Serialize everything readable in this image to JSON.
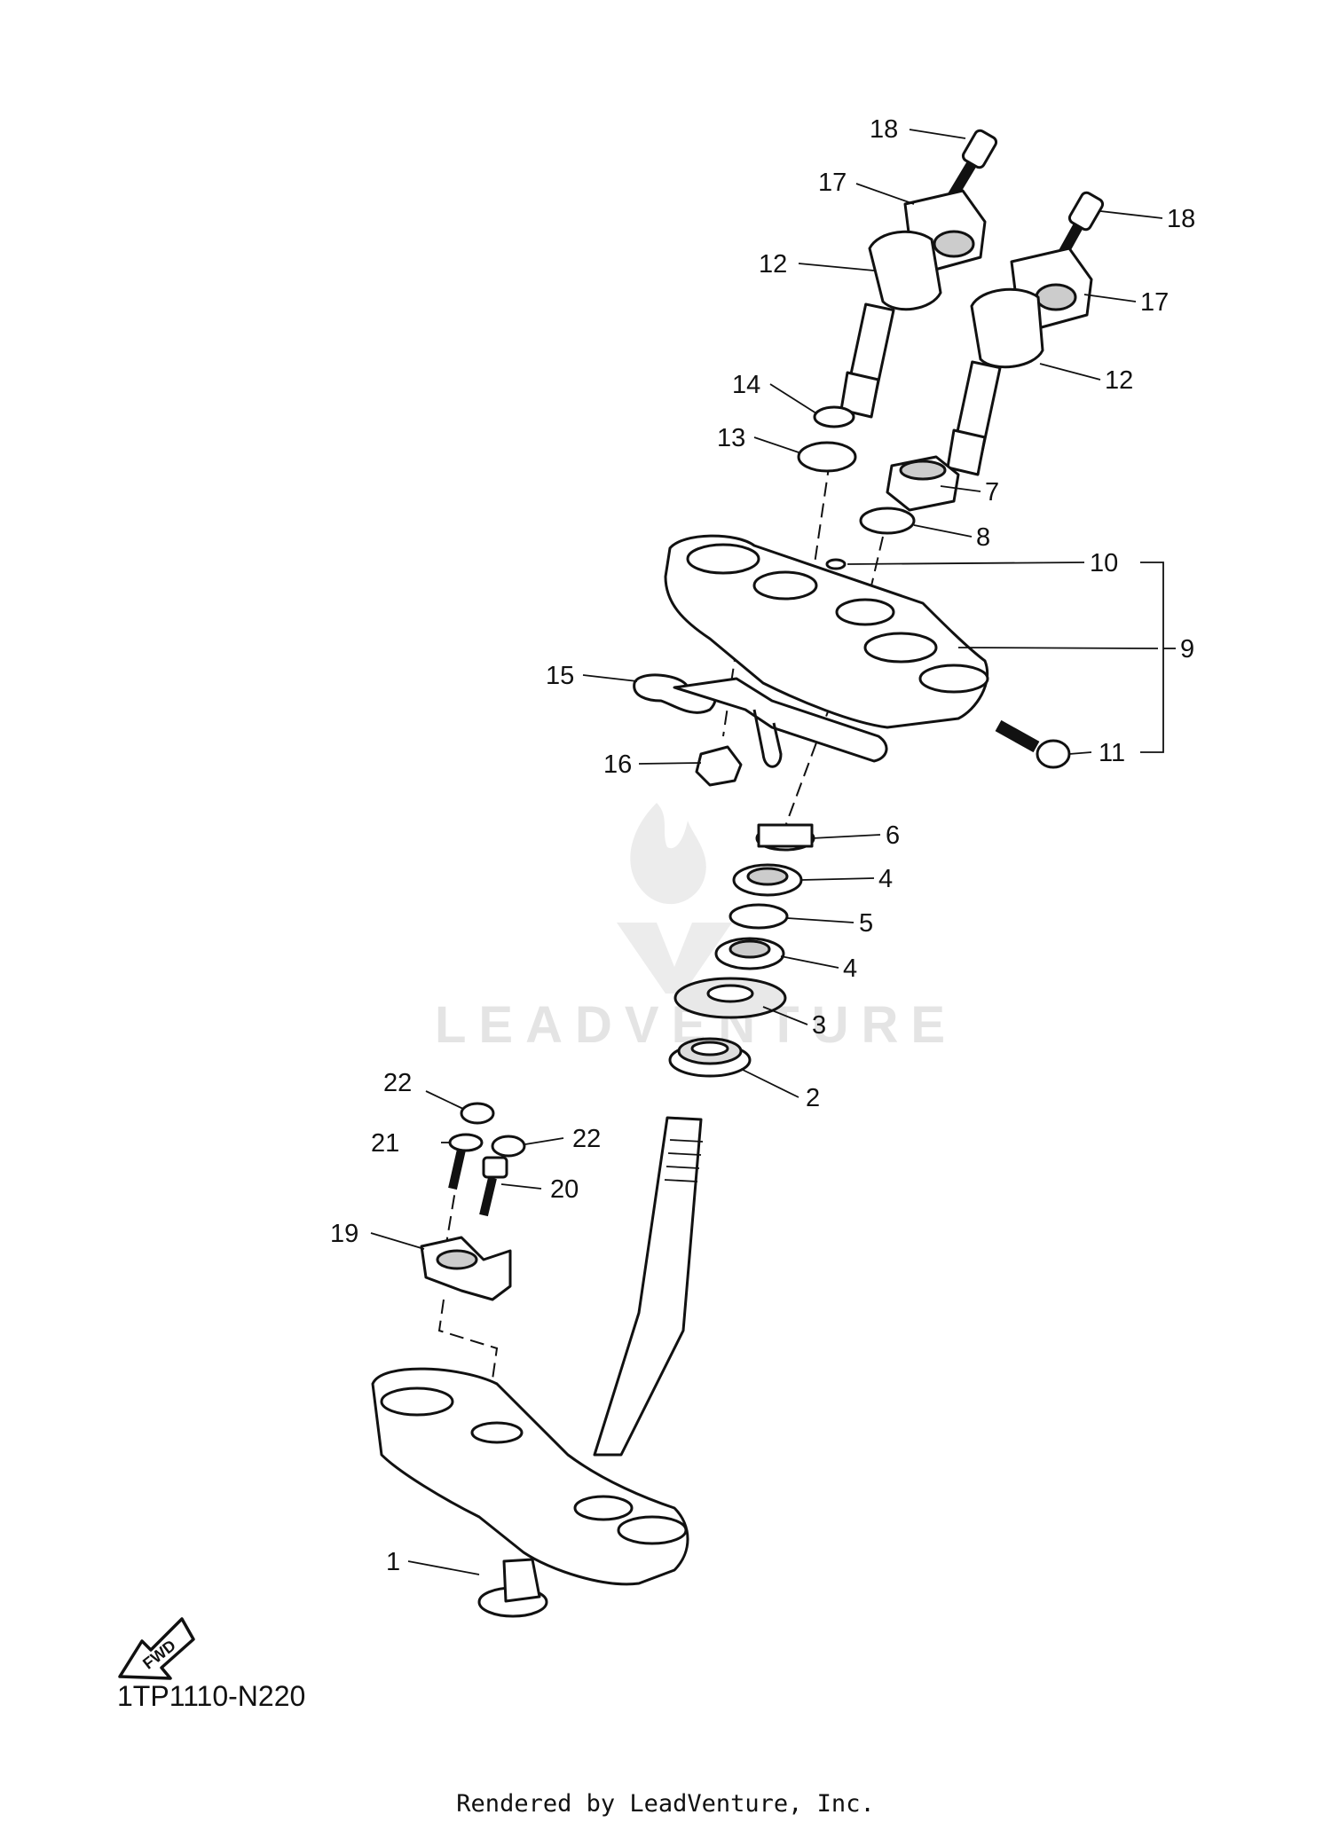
{
  "diagram_code": "1TP1110-N220",
  "footer_text": "Rendered by LeadVenture, Inc.",
  "watermark_text": "LEADVENTURE",
  "fwd_label": "FWD",
  "callouts": {
    "c1": "1",
    "c2": "2",
    "c3": "3",
    "c4a": "4",
    "c4b": "4",
    "c5": "5",
    "c6": "6",
    "c7": "7",
    "c8": "8",
    "c9": "9",
    "c10": "10",
    "c11": "11",
    "c12a": "12",
    "c12b": "12",
    "c13": "13",
    "c14": "14",
    "c15": "15",
    "c16": "16",
    "c17a": "17",
    "c17b": "17",
    "c18a": "18",
    "c18b": "18",
    "c19": "19",
    "c20": "20",
    "c21": "21",
    "c22a": "22",
    "c22b": "22"
  }
}
